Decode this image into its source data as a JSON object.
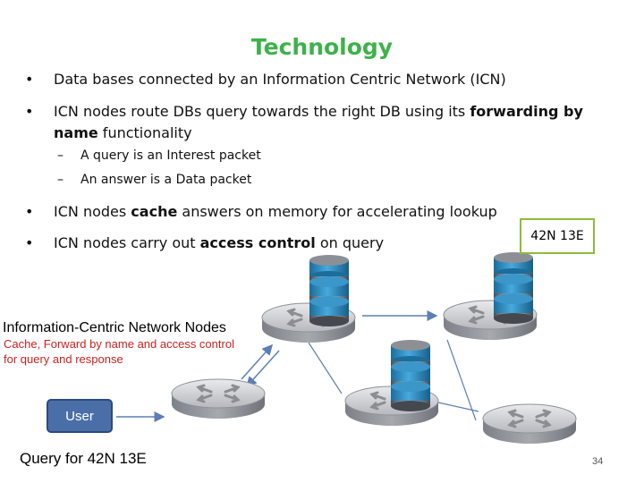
{
  "title": "Technology",
  "bullets": [
    {
      "plain1": "Data bases connected by an Information Centric Network (ICN)"
    },
    {
      "plain1": "ICN nodes route DBs query towards the right DB using its ",
      "bold1": "forwarding by",
      "bold2": "name",
      "plain2": " functionality"
    },
    {
      "plain1": "ICN nodes ",
      "bold1": "cache",
      "plain2": " answers on memory for accelerating lookup"
    },
    {
      "plain1": "ICN nodes carry out ",
      "bold1": "access control",
      "plain2": " on query"
    }
  ],
  "sub_bullets": [
    "A query is an Interest packet",
    "An answer is a Data packet"
  ],
  "bullet_char": "•",
  "dash_char": "–",
  "callout": "42N 13E",
  "icn_label": "Information-Centric Network Nodes",
  "icn_desc_line1": "Cache, Forward by name and access control",
  "icn_desc_line2": "for query and response",
  "user_label": "User",
  "query_label": "Query for 42N 13E",
  "page_number": "34",
  "colors": {
    "title": "#3db24a",
    "callout_border": "#8fbc3c",
    "icn_desc": "#cc2222",
    "user_button": "#4a6fa8",
    "arrow": "#5b7fb5",
    "db_blue": "#2f86b8"
  },
  "icons": {
    "router": "router-icon",
    "database": "database-icon"
  }
}
